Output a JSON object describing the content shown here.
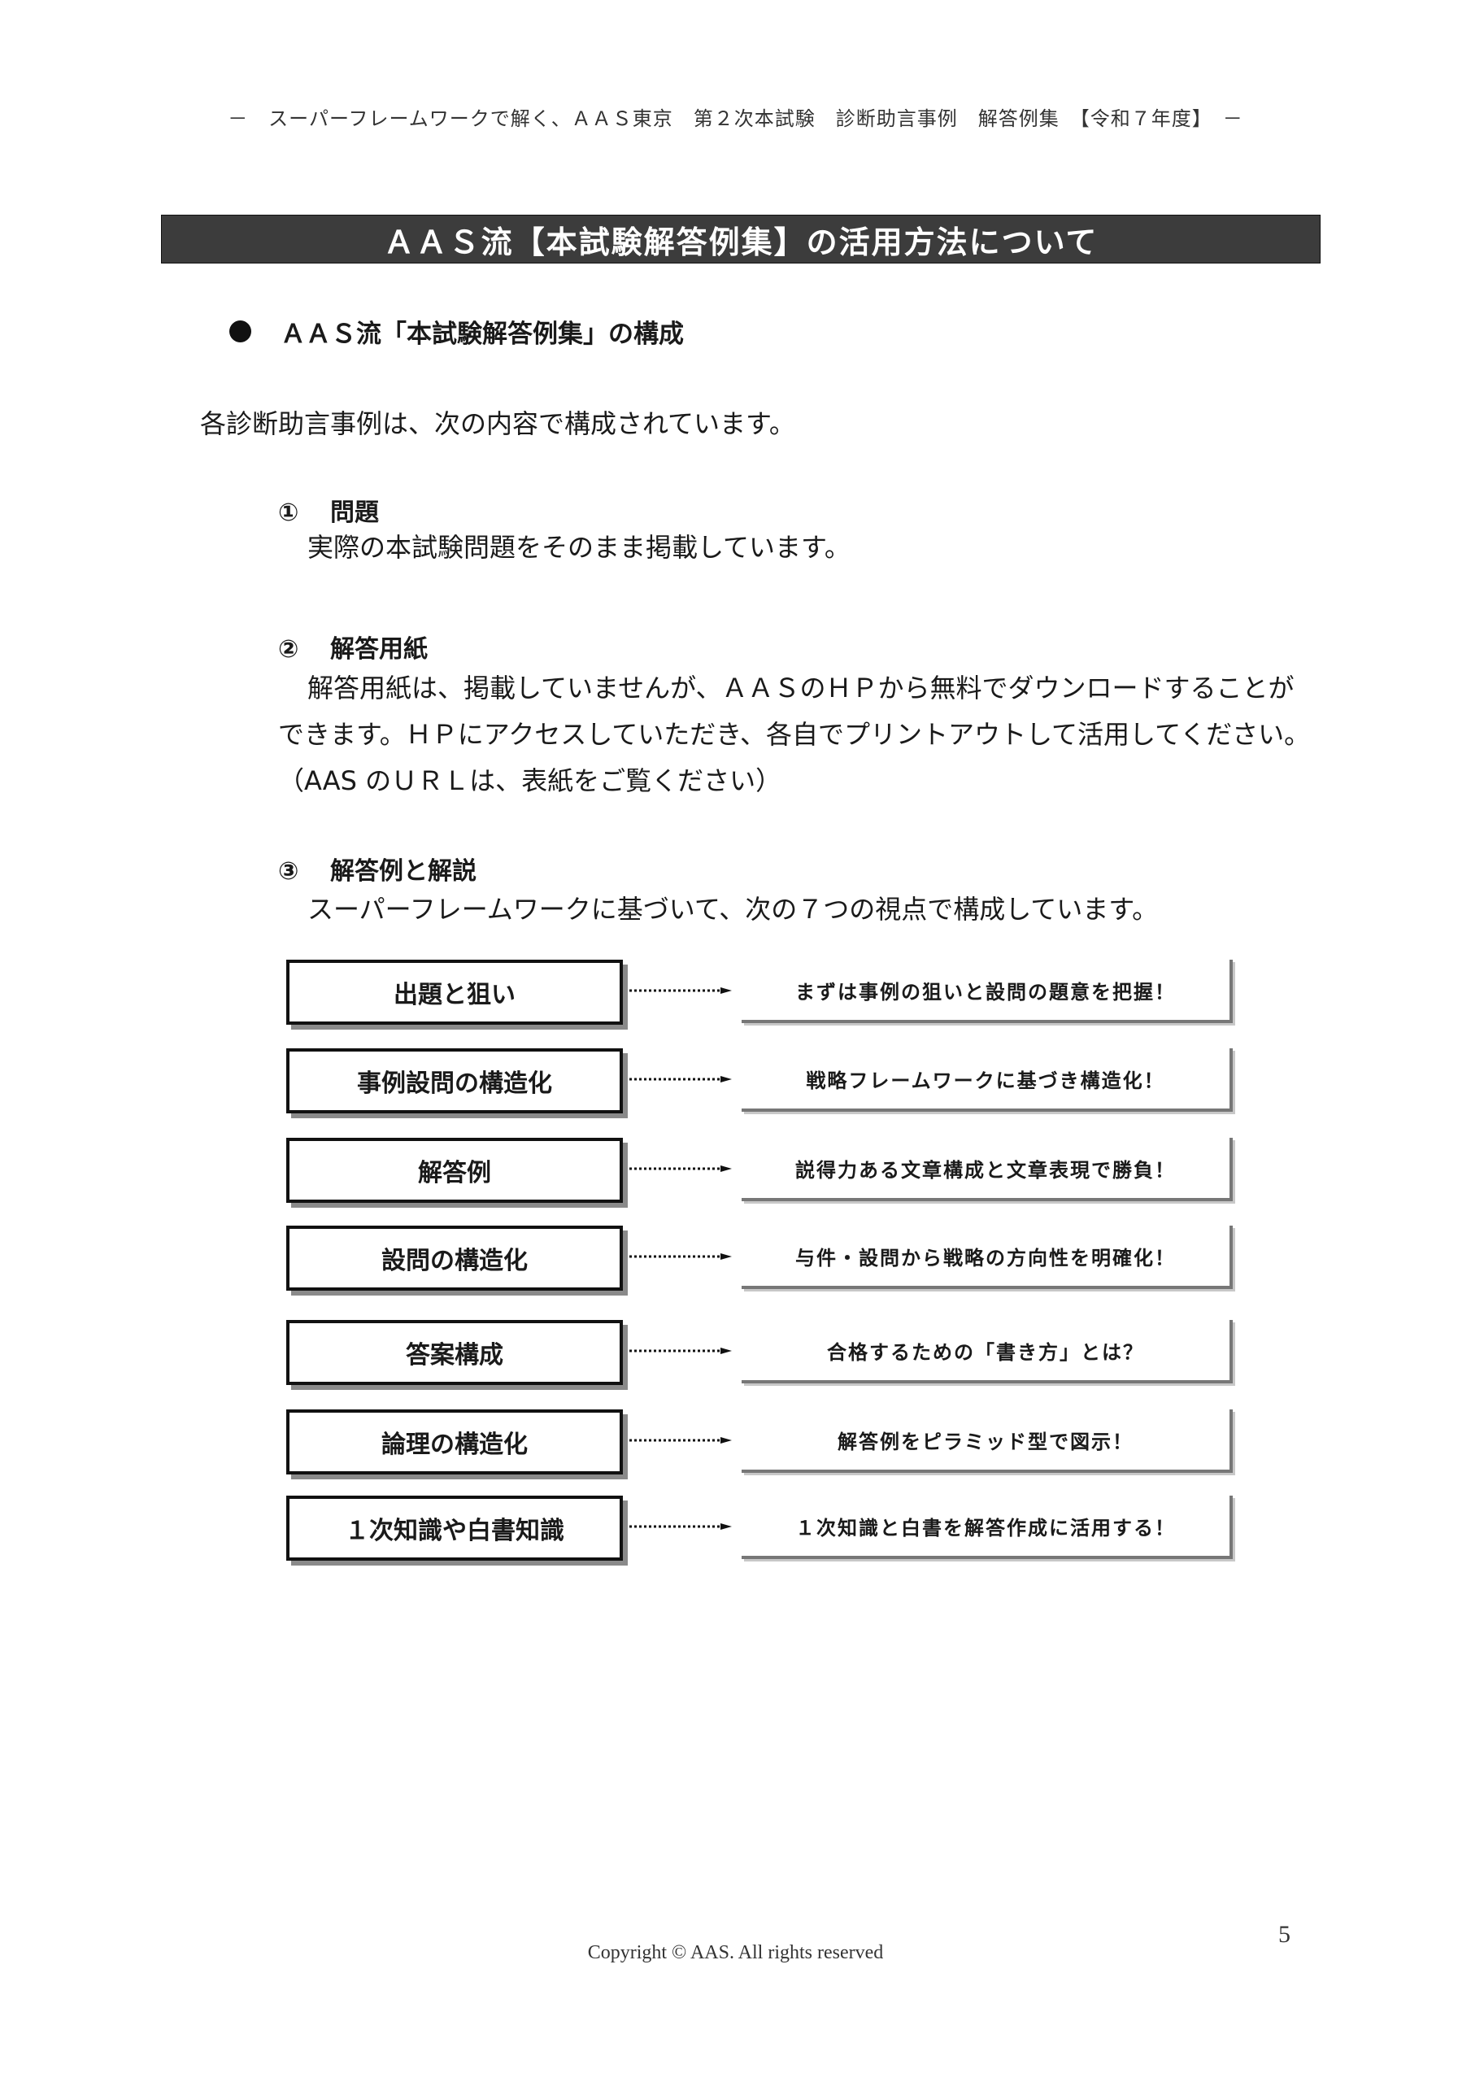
{
  "header": {
    "running_title": "－　スーパーフレームワークで解く、ＡＡＳ東京　第２次本試験　診断助言事例　解答例集　【令和７年度】　－"
  },
  "title_bar": {
    "text": "ＡＡＳ流【本試験解答例集】の活用方法について"
  },
  "bullet_heading": {
    "text": "ＡＡＳ流「本試験解答例集」の構成"
  },
  "intro": "各診断助言事例は、次の内容で構成されています。",
  "sections": [
    {
      "num": "①",
      "title": "問題",
      "lines": [
        "実際の本試験問題をそのまま掲載しています。"
      ]
    },
    {
      "num": "②",
      "title": "解答用紙",
      "lines": [
        "解答用紙は、掲載していませんが、ＡＡＳのＨＰから無料でダウンロードすることが",
        "できます。ＨＰにアクセスしていただき、各自でプリントアウトして活用してください。",
        "（AAS のＵＲＬは、表紙をご覧ください）"
      ]
    },
    {
      "num": "③",
      "title": "解答例と解説",
      "lines": [
        "スーパーフレームワークに基づいて、次の７つの視点で構成しています。"
      ]
    }
  ],
  "diagram": {
    "rows": [
      {
        "left": "出題と狙い",
        "right": "まずは事例の狙いと設問の題意を把握！"
      },
      {
        "left": "事例設問の構造化",
        "right": "戦略フレームワークに基づき構造化！"
      },
      {
        "left": "解答例",
        "right": "説得力ある文章構成と文章表現で勝負！"
      },
      {
        "left": "設問の構造化",
        "right": "与件・設問から戦略の方向性を明確化！"
      },
      {
        "left": "答案構成",
        "right": "合格するための「書き方」とは？"
      },
      {
        "left": "論理の構造化",
        "right": "解答例をピラミッド型で図示！"
      },
      {
        "left": "１次知識や白書知識",
        "right": "１次知識と白書を解答作成に活用する！"
      }
    ]
  },
  "footer": {
    "copyright": "Copyright © AAS. All rights reserved",
    "page_number": "5"
  }
}
